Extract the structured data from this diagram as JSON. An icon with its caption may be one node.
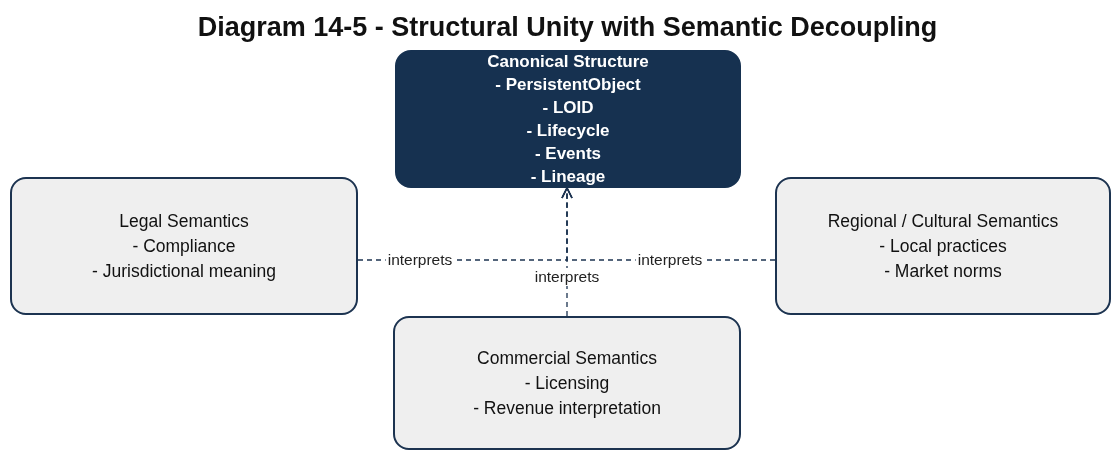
{
  "diagram": {
    "title": "Diagram 14-5 - Structural Unity with Semantic Decoupling",
    "nodes": [
      {
        "text": [
          "Canonical Structure",
          "- PersistentObject",
          "- LOID",
          "- Lifecycle",
          "- Events",
          "- Lineage"
        ]
      },
      {
        "text": [
          "Legal Semantics",
          "- Compliance",
          "- Jurisdictional meaning"
        ]
      },
      {
        "text": [
          "Regional / Cultural Semantics",
          "- Local practices",
          "- Market norms"
        ]
      },
      {
        "text": [
          "Commercial Semantics",
          "- Licensing",
          "- Revenue interpretation"
        ]
      }
    ],
    "edges": [
      {
        "from": 1,
        "to": 0,
        "arrow": "to",
        "label": "interprets",
        "style": "dashed"
      },
      {
        "from": 2,
        "to": 0,
        "arrow": "to",
        "label": "interprets",
        "style": "dashed"
      },
      {
        "from": 3,
        "to": 0,
        "arrow": "to",
        "label": "interprets",
        "style": "dashed"
      }
    ]
  }
}
